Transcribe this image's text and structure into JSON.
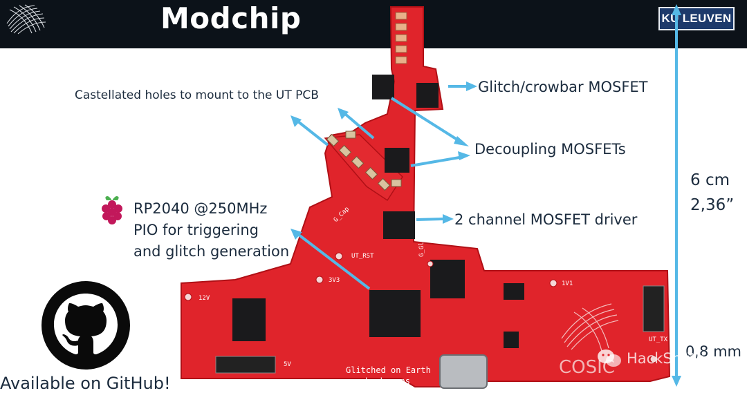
{
  "header": {
    "title": "Modchip",
    "institution_logo_text": "KU LEUVEN"
  },
  "annotations": {
    "castellated": "Castellated holes to mount to the UT PCB",
    "glitch_mosfet": "Glitch/crowbar MOSFET",
    "decoupling": "Decoupling MOSFETs",
    "driver": "2 channel MOSFET driver",
    "rp2040": [
      "RP2040 @250MHz",
      "PIO for triggering",
      "and glitch generation"
    ]
  },
  "dimensions": {
    "height_cm": "6 cm",
    "height_in": "2,36”",
    "thickness": "0,8 mm"
  },
  "board": {
    "silkscreen": [
      "Glitched on Earth",
      "by humans"
    ],
    "labels": [
      "G_Cap",
      "G_Glitch",
      "UT_RST",
      "3V3",
      "1V1",
      "12V",
      "5V",
      "UT_TX"
    ],
    "brand_text": "COSIC"
  },
  "footer": {
    "github_text": "Available on GitHub!"
  },
  "watermark": {
    "text": "HackSmith"
  },
  "colors": {
    "header_bg": "#0c1219",
    "pcb_red": "#e0242b",
    "arrow_blue": "#55b8e6",
    "kul_blue": "#1d3a6b",
    "label_text": "#1c2c3e"
  },
  "icons": [
    "raspberry-pi-icon",
    "github-icon",
    "wechat-icon",
    "cosic-logo-mark"
  ]
}
